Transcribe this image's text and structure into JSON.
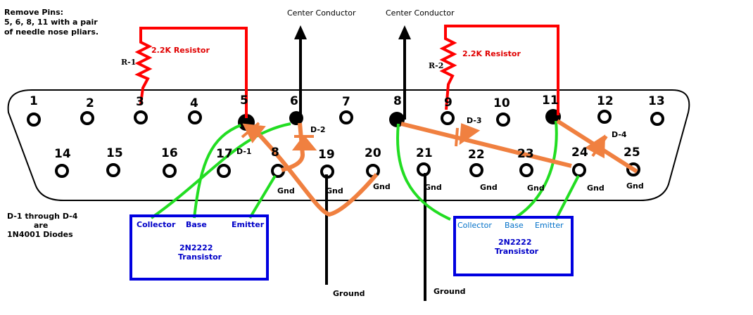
{
  "notes": {
    "remove_pins": [
      "Remove Pins:",
      "5, 6, 8, 11   with a pair",
      "of needle nose pliars."
    ],
    "diodes": [
      "D-1  through  D-4",
      "are",
      "1N4001  Diodes"
    ]
  },
  "labels": {
    "center_conductor_left": "Center Conductor",
    "center_conductor_right": "Center Conductor",
    "resistor_left_value": "2.2K  Resistor",
    "resistor_right_value": "2.2K  Resistor",
    "resistor_left_name": "R-1",
    "resistor_right_name": "R-2",
    "d1": "D-1",
    "d2": "D-2",
    "d3": "D-3",
    "d4": "D-4",
    "ground_left": "Ground",
    "ground_right": "Ground",
    "gnd": "Gnd"
  },
  "pins_top": [
    "1",
    "2",
    "3",
    "4",
    "5",
    "6",
    "7",
    "8",
    "9",
    "10",
    "11",
    "12",
    "13"
  ],
  "pins_bottom": [
    "14",
    "15",
    "16",
    "17",
    "8",
    "19",
    "20",
    "21",
    "22",
    "23",
    "24",
    "25"
  ],
  "transistor_left": {
    "collector": "Collector",
    "base": "Base",
    "emitter": "Emitter",
    "part": "2N2222",
    "type": "Transistor"
  },
  "transistor_right": {
    "collector": "Collector",
    "base": "Base",
    "emitter": "Emitter",
    "part": "2N2222",
    "type": "Transistor"
  },
  "colors": {
    "resistor": "#ff0000",
    "wire_green": "#22dd22",
    "diode": "#f08040",
    "transistor_box": "#0000e0",
    "conductor": "#000000"
  }
}
